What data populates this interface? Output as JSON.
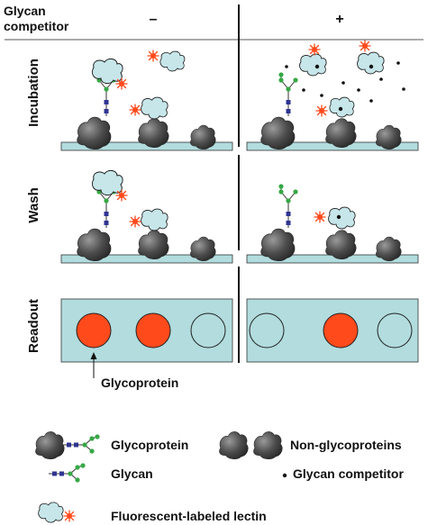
{
  "header": {
    "competitor_label_line1": "Glycan",
    "competitor_label_line2": "competitor",
    "minus": "–",
    "plus": "+"
  },
  "rows": {
    "incubation": "Incubation",
    "wash": "Wash",
    "readout": "Readout"
  },
  "readout_wells": {
    "minus": [
      "filled",
      "filled",
      "empty"
    ],
    "plus": [
      "empty",
      "filled",
      "empty"
    ]
  },
  "readout_pointer_label": "Glycoprotein",
  "legend": {
    "glycoprotein": "Glycoprotein",
    "non_glycoproteins": "Non-glycoproteins",
    "glycan": "Glycan",
    "glycan_competitor": "Glycan competitor",
    "lectin": "Fluorescent-labeled lectin"
  },
  "colors": {
    "surface": "#b2dcde",
    "protein": "#4d4d4d",
    "lectin": "#c6e6ea",
    "fluor": "#ff4a1c",
    "glycan_blue": "#2f3592",
    "glycan_green": "#36a845",
    "well_fill": "#ff4a1c"
  }
}
